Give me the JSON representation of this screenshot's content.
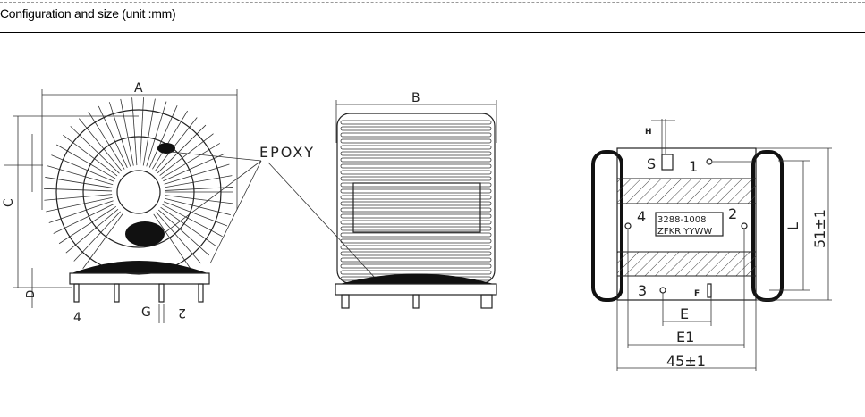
{
  "heading": "Configuration and size (unit :mm)",
  "front_view": {
    "dim_a": "A",
    "dim_c": "C",
    "dim_d": "D",
    "dim_g": "G",
    "pin_4": "4",
    "pin_2": "2",
    "epoxy_label": "EPOXY"
  },
  "side_view": {
    "dim_b": "B"
  },
  "bottom_view": {
    "dim_h": "H",
    "label_s": "S",
    "pin_1": "1",
    "pin_2": "2",
    "pin_3": "3",
    "pin_4": "4",
    "marking_line1": "3288-1008",
    "marking_line2": "ZFKR YYWW",
    "label_f": "F",
    "dim_e": "E",
    "dim_e1": "E1",
    "dim_l": "L",
    "width": "45±1",
    "height": "51±1"
  }
}
